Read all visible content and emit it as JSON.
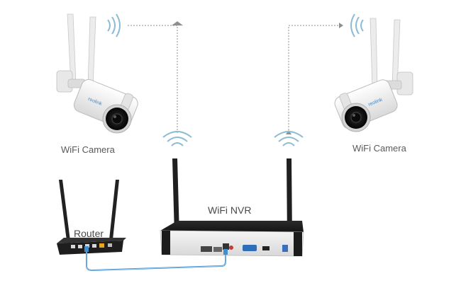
{
  "labels": {
    "camera_left": "WiFi Camera",
    "camera_right": "WiFi Camera",
    "nvr": "WiFi NVR",
    "router": "Router"
  },
  "brand_text": "reolink",
  "colors": {
    "camera_body": "#f2f2f2",
    "device_dark": "#1e1e1e",
    "wifi_waves": "#8cbbd6",
    "dotted_link": "#8f8f8f",
    "ethernet_cable": "#3d8fd0",
    "ethernet_port_router": "#e6a51e"
  },
  "icons": [
    "wifi-waves-icon",
    "arrow-head-icon",
    "antenna-icon"
  ]
}
